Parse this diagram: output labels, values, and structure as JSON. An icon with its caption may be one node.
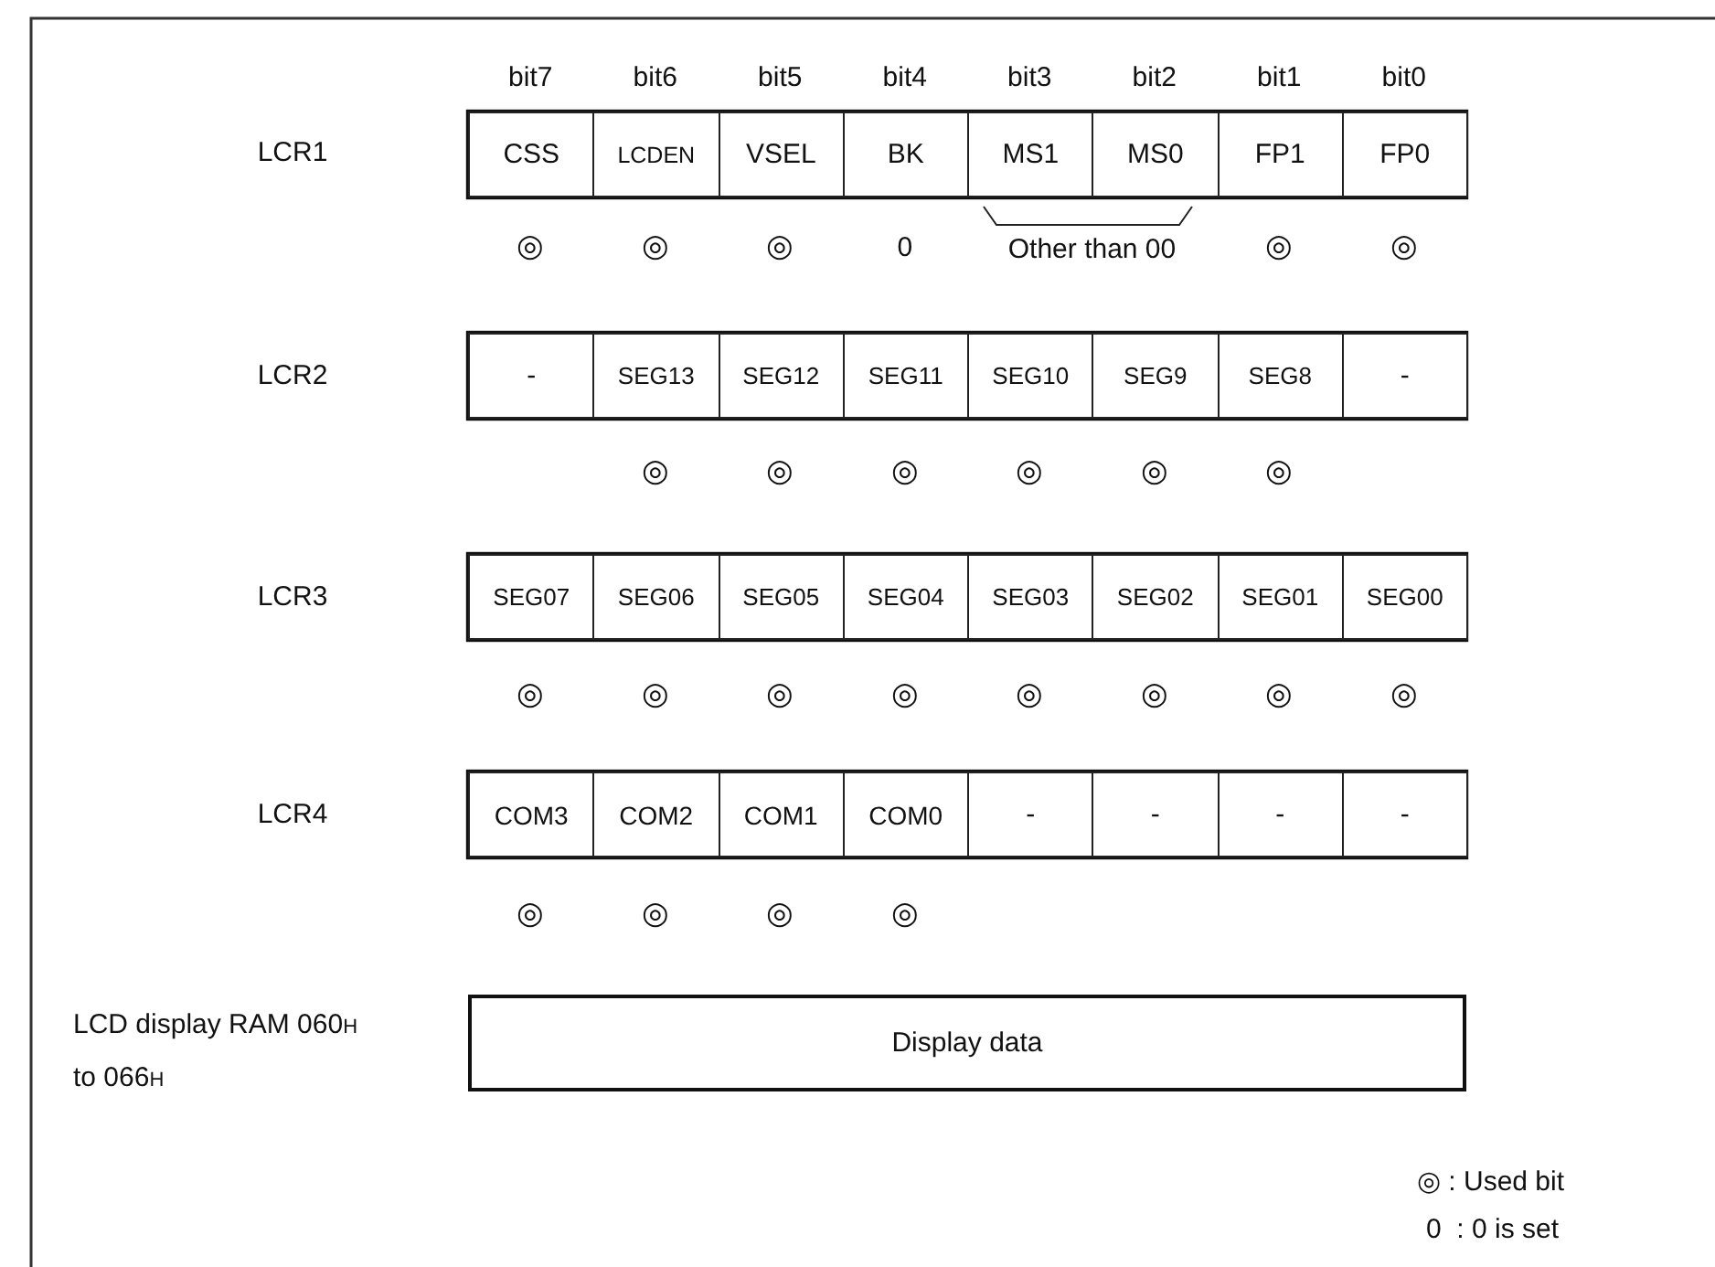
{
  "diagram": {
    "nodes": [
      {
        "text": [
          "CSS"
        ]
      },
      {
        "text": [
          "LCDEN"
        ]
      },
      {
        "text": [
          "VSEL"
        ]
      },
      {
        "text": [
          "BK"
        ]
      },
      {
        "text": [
          "MS1"
        ]
      },
      {
        "text": [
          "MS0"
        ]
      },
      {
        "text": [
          "FP1"
        ]
      },
      {
        "text": [
          "FP0"
        ]
      },
      {
        "text": [
          "-"
        ]
      },
      {
        "text": [
          "SEG13"
        ]
      },
      {
        "text": [
          "SEG12"
        ]
      },
      {
        "text": [
          "SEG11"
        ]
      },
      {
        "text": [
          "SEG10"
        ]
      },
      {
        "text": [
          "SEG9"
        ]
      },
      {
        "text": [
          "SEG8"
        ]
      },
      {
        "text": [
          "-"
        ]
      },
      {
        "text": [
          "SEG07"
        ]
      },
      {
        "text": [
          "SEG06"
        ]
      },
      {
        "text": [
          "SEG05"
        ]
      },
      {
        "text": [
          "SEG04"
        ]
      },
      {
        "text": [
          "SEG03"
        ]
      },
      {
        "text": [
          "SEG02"
        ]
      },
      {
        "text": [
          "SEG01"
        ]
      },
      {
        "text": [
          "SEG00"
        ]
      },
      {
        "text": [
          "COM3"
        ]
      },
      {
        "text": [
          "COM2"
        ]
      },
      {
        "text": [
          "COM1"
        ]
      },
      {
        "text": [
          "COM0"
        ]
      },
      {
        "text": [
          "-"
        ]
      },
      {
        "text": [
          "-"
        ]
      },
      {
        "text": [
          "-"
        ]
      },
      {
        "text": [
          "-"
        ]
      },
      {
        "text": [
          "Display data"
        ]
      }
    ],
    "labels": [
      "bit7",
      "bit6",
      "bit5",
      "bit4",
      "bit3",
      "bit2",
      "bit1",
      "bit0",
      "LCR1",
      "◎",
      "◎",
      "◎",
      "0",
      "Other than 00",
      "◎",
      "◎",
      "LCR2",
      "◎",
      "◎",
      "◎",
      "◎",
      "◎",
      "◎",
      "LCR3",
      "◎",
      "◎",
      "◎",
      "◎",
      "◎",
      "◎",
      "◎",
      "◎",
      "LCR4",
      "◎",
      "◎",
      "◎",
      "◎",
      "LCD display RAM 060$_{H}$ to 066$_{H}$",
      "◎ : Used bit",
      "0  : 0 is set"
    ]
  }
}
